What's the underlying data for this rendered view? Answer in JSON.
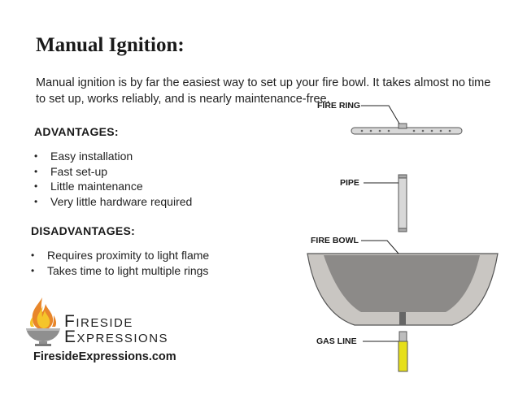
{
  "title": "Manual Ignition:",
  "intro": "Manual ignition is by far the easiest way to set up your fire bowl.  It takes almost no time to set up, works reliably, and is nearly maintenance-free.",
  "advantages": {
    "heading": "ADVANTAGES:",
    "items": [
      "Easy installation",
      "Fast set-up",
      "Little maintenance",
      "Very little hardware required"
    ]
  },
  "disadvantages": {
    "heading": "DISADVANTAGES:",
    "items": [
      "Requires proximity to light flame",
      "Takes time to light multiple rings"
    ]
  },
  "brand": {
    "line1": "Fireside",
    "line2": "Expressions",
    "website": "FiresideExpressions.com",
    "logo_icon": "flame-bowl-icon"
  },
  "diagram": {
    "labels": {
      "fire_ring": "FIRE RING",
      "pipe": "PIPE",
      "fire_bowl": "FIRE BOWL",
      "gas_line": "GAS LINE"
    }
  },
  "colors": {
    "bowl_fill": "#c9c6c2",
    "bowl_inner": "#8c8a88",
    "gas_line": "#e6df1a",
    "flame_yellow": "#f5c52a",
    "flame_orange": "#e8862a"
  }
}
